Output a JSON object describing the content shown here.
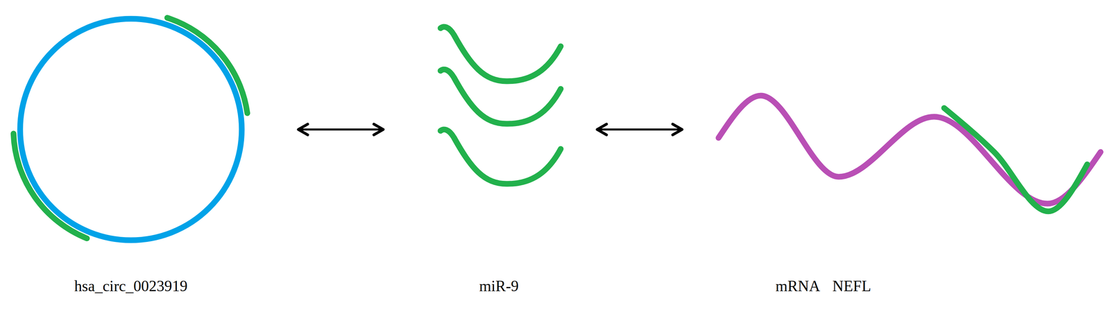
{
  "diagram": {
    "nodes": [
      {
        "text": [
          "hsa_circ_0023919"
        ]
      },
      {
        "text": [
          "miR-9"
        ]
      },
      {
        "text": [
          "mRNA NEFL"
        ]
      }
    ],
    "edges": [
      {
        "from": 0,
        "to": 1,
        "arrow": "both"
      },
      {
        "from": 1,
        "to": 2,
        "arrow": "both"
      }
    ]
  }
}
